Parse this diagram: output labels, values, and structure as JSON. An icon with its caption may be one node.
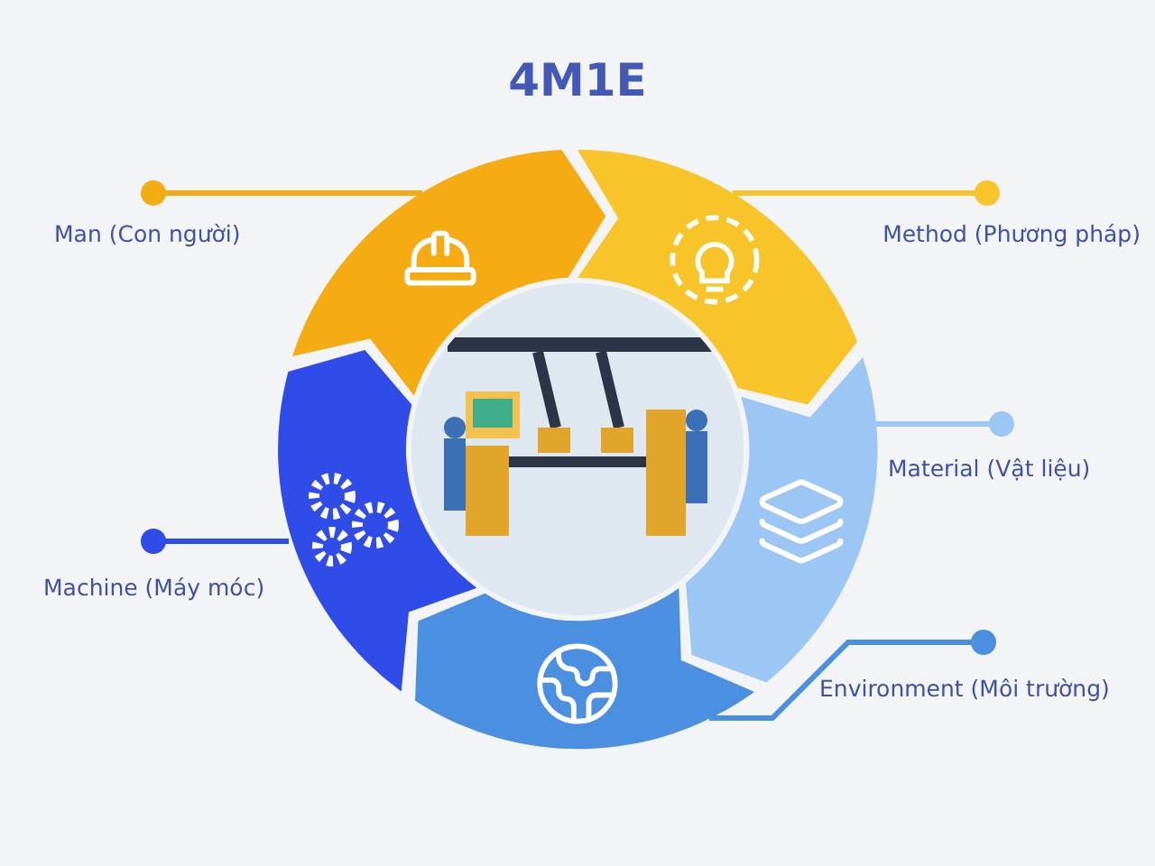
{
  "diagram": {
    "title": "4M1E",
    "nodes": [
      {
        "text": [
          "Man (Con người)"
        ]
      },
      {
        "text": [
          "Method (Phương pháp)"
        ]
      },
      {
        "text": [
          "Material (Vật liệu)"
        ]
      },
      {
        "text": [
          "Machine (Máy móc)"
        ]
      },
      {
        "text": [
          "Environment (Môi trường)"
        ]
      },
      {
        "text": [],
        "shape": "chevron"
      },
      {
        "text": [],
        "shape": "chevron"
      },
      {
        "text": [],
        "shape": "chevron"
      },
      {
        "text": [],
        "shape": "chevron"
      },
      {
        "text": [],
        "shape": "chevron"
      },
      {
        "text": [],
        "shape": "picture"
      }
    ],
    "edges": [
      {
        "from": 0,
        "to": 5,
        "arrow": "other",
        "color": "#f5ab12"
      },
      {
        "from": 1,
        "to": 6,
        "arrow": "other",
        "color": "#f7c42a"
      },
      {
        "from": 2,
        "to": 8,
        "arrow": "other",
        "color": "#9cc6f4"
      },
      {
        "from": 3,
        "to": 7,
        "arrow": "other",
        "color": "#2f4ce8"
      },
      {
        "from": 4,
        "to": 9,
        "arrow": "other",
        "color": "#4a8fe0"
      }
    ]
  }
}
